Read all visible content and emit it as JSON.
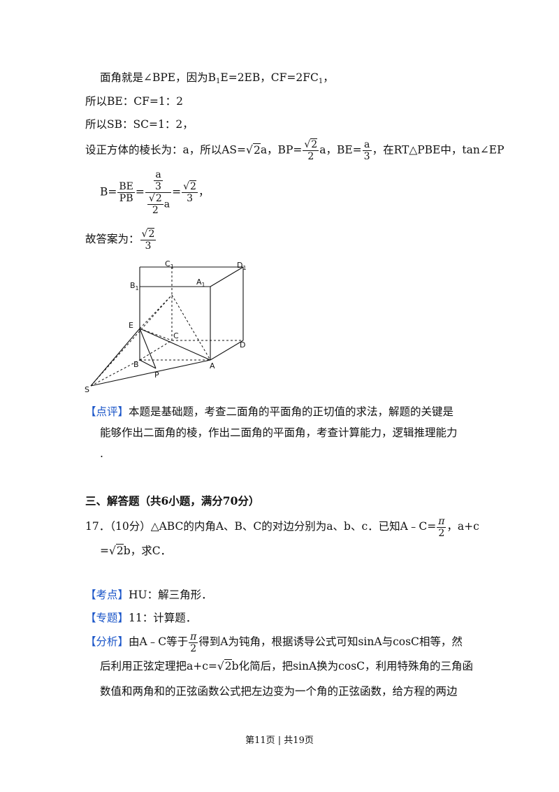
{
  "lines": {
    "l1": "面角就是∠BPE，因为B",
    "l1_sub1": "1",
    "l1_b": "E=2EB，CF=2FC",
    "l1_sub2": "1",
    "l1_c": "，",
    "l2": "所以BE：CF=1：2",
    "l3": "所以SB：SC=1：2，",
    "l4_a": "设正方体的棱长为：a，所以AS=",
    "l4_r2": "2",
    "l4_b": "a，BP=",
    "l4_c": "a，BE=",
    "l4_d": "，在RT△PBE中，tan∠EP",
    "l5_a": "B=",
    "l5_be": "BE",
    "l5_pb": "PB",
    "l5_eq": "=",
    "l5_end": "，",
    "l6_a": "故答案为：",
    "a": "a",
    "three": "3",
    "two": "2",
    "r2": "2"
  },
  "figure_labels": {
    "C1": "C",
    "C1_sub": "1",
    "D1": "D",
    "D1_sub": "1",
    "B1": "B",
    "B1_sub": "1",
    "A1": "A",
    "A1_sub": "1",
    "E": "E",
    "C": "C",
    "D": "D",
    "B": "B",
    "A": "A",
    "P": "P",
    "S": "S"
  },
  "comment": {
    "tag": "【点评】",
    "line1": "本题是基础题，考查二面角的平面角的正切值的求法，解题的关键是",
    "line2": "能够作出二面角的棱，作出二面角的平面角，考查计算能力，逻辑推理能力",
    "line3": "."
  },
  "section": {
    "title": "三、解答题（共6小题，满分70分）"
  },
  "q17": {
    "line1_a": "17．（10分）△ABC的内角A、B、C的对边分别为a、b、c．已知A﹣C=",
    "pi": "π",
    "two": "2",
    "line1_b": "，a+c",
    "line2_a": "=",
    "r2": "2",
    "line2_b": "b，求C．"
  },
  "kaodian": {
    "tag": "【考点】",
    "text": "HU：解三角形．"
  },
  "zhuanti": {
    "tag": "【专题】",
    "text": "11：计算题．"
  },
  "fenxi": {
    "tag": "【分析】",
    "line1_a": "由A﹣C等于",
    "pi": "π",
    "two": "2",
    "line1_b": "得到A为钝角，根据诱导公式可知sinA与cosC相等，然",
    "line2_a": "后利用正弦定理把a+c=",
    "r2": "2",
    "line2_b": "b化简后，把sinA换为cosC，利用特殊角的三角函",
    "line3": "数值和两角和的正弦函数公式把左边变为一个角的正弦函数，给方程的两边"
  },
  "footer": {
    "text": "第11页 | 共19页"
  }
}
